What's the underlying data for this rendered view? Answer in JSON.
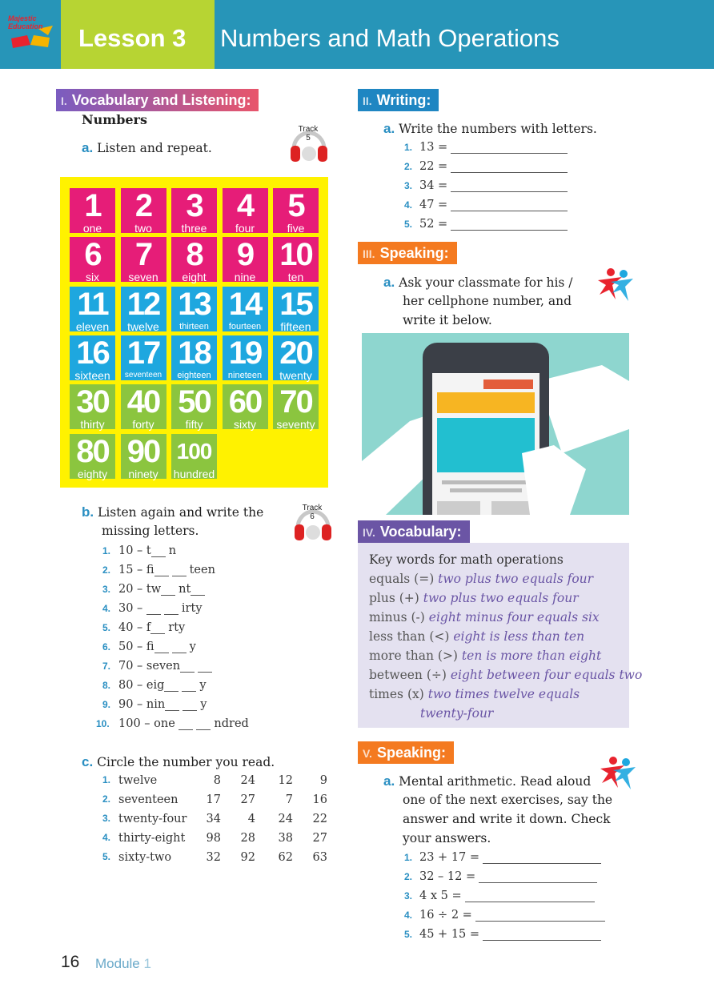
{
  "header": {
    "logo_line1": "Majestic",
    "logo_line2": "Education",
    "lesson": "Lesson 3",
    "title": "Numbers and Math Operations"
  },
  "s1": {
    "num": "I.",
    "title": "Vocabulary and Listening:",
    "subtitle": "Numbers",
    "a_label": "a.",
    "a_text": "Listen and repeat.",
    "track5": [
      "Track",
      "5"
    ],
    "tiles": [
      {
        "n": "1",
        "w": "one",
        "c": "pink"
      },
      {
        "n": "2",
        "w": "two",
        "c": "pink"
      },
      {
        "n": "3",
        "w": "three",
        "c": "pink"
      },
      {
        "n": "4",
        "w": "four",
        "c": "pink"
      },
      {
        "n": "5",
        "w": "five",
        "c": "pink"
      },
      {
        "n": "6",
        "w": "six",
        "c": "pink"
      },
      {
        "n": "7",
        "w": "seven",
        "c": "pink"
      },
      {
        "n": "8",
        "w": "eight",
        "c": "pink"
      },
      {
        "n": "9",
        "w": "nine",
        "c": "pink"
      },
      {
        "n": "10",
        "w": "ten",
        "c": "pink"
      },
      {
        "n": "11",
        "w": "eleven",
        "c": "blue"
      },
      {
        "n": "12",
        "w": "twelve",
        "c": "blue"
      },
      {
        "n": "13",
        "w": "thirteen",
        "c": "blue"
      },
      {
        "n": "14",
        "w": "fourteen",
        "c": "blue"
      },
      {
        "n": "15",
        "w": "fifteen",
        "c": "blue"
      },
      {
        "n": "16",
        "w": "sixteen",
        "c": "blue"
      },
      {
        "n": "17",
        "w": "seventeen",
        "c": "blue"
      },
      {
        "n": "18",
        "w": "eighteen",
        "c": "blue"
      },
      {
        "n": "19",
        "w": "nineteen",
        "c": "blue"
      },
      {
        "n": "20",
        "w": "twenty",
        "c": "blue"
      },
      {
        "n": "30",
        "w": "thirty",
        "c": "green"
      },
      {
        "n": "40",
        "w": "forty",
        "c": "green"
      },
      {
        "n": "50",
        "w": "fifty",
        "c": "green"
      },
      {
        "n": "60",
        "w": "sixty",
        "c": "green"
      },
      {
        "n": "70",
        "w": "seventy",
        "c": "green"
      },
      {
        "n": "80",
        "w": "eighty",
        "c": "green"
      },
      {
        "n": "90",
        "w": "ninety",
        "c": "green"
      },
      {
        "n": "100",
        "w": "hundred",
        "c": "green"
      }
    ],
    "b_label": "b.",
    "b_text1": "Listen again and write the",
    "b_text2": "missing letters.",
    "track6": [
      "Track",
      "6"
    ],
    "b_items": [
      {
        "n": "1.",
        "pre": "10 – t",
        "b": [
          18
        ],
        "post": "n"
      },
      {
        "n": "2.",
        "pre": "15 – fi",
        "b": [
          18,
          18
        ],
        "post": "teen"
      },
      {
        "n": "3.",
        "pre": "20 – tw",
        "b": [
          18
        ],
        "mid": "nt",
        "b2": [
          18
        ]
      },
      {
        "n": "4.",
        "pre": "30 – ",
        "b": [
          18,
          18
        ],
        "post": "irty"
      },
      {
        "n": "5.",
        "pre": "40 – f",
        "b": [
          18
        ],
        "post": "rty"
      },
      {
        "n": "6.",
        "pre": "50 – fi",
        "b": [
          18,
          18
        ],
        "post": "y"
      },
      {
        "n": "7.",
        "pre": "70 – seven",
        "b": [
          18,
          18
        ],
        "post": ""
      },
      {
        "n": "8.",
        "pre": "80 – eig",
        "b": [
          18,
          18
        ],
        "post": "y"
      },
      {
        "n": "9.",
        "pre": "90 – nin",
        "b": [
          18,
          18
        ],
        "post": "y"
      },
      {
        "n": "10.",
        "pre": "100 – one ",
        "b": [
          18,
          18
        ],
        "post": "ndred"
      }
    ],
    "c_label": "c.",
    "c_text": "Circle the number you read.",
    "c_items": [
      {
        "n": "1.",
        "w": "twelve",
        "v": [
          "8",
          "24",
          "12",
          "9"
        ]
      },
      {
        "n": "2.",
        "w": "seventeen",
        "v": [
          "17",
          "27",
          "7",
          "16"
        ]
      },
      {
        "n": "3.",
        "w": "twenty-four",
        "v": [
          "34",
          "4",
          "24",
          "22"
        ]
      },
      {
        "n": "4.",
        "w": "thirty-eight",
        "v": [
          "98",
          "28",
          "38",
          "27"
        ]
      },
      {
        "n": "5.",
        "w": "sixty-two",
        "v": [
          "32",
          "92",
          "62",
          "63"
        ]
      }
    ]
  },
  "s2": {
    "num": "II.",
    "title": "Writing:",
    "a_label": "a.",
    "a_text": "Write the numbers with letters.",
    "items": [
      {
        "n": "1.",
        "t": "13 ="
      },
      {
        "n": "2.",
        "t": "22 ="
      },
      {
        "n": "3.",
        "t": "34 ="
      },
      {
        "n": "4.",
        "t": "47 ="
      },
      {
        "n": "5.",
        "t": "52 ="
      }
    ]
  },
  "s3": {
    "num": "III.",
    "title": "Speaking:",
    "a_label": "a.",
    "lines": [
      "Ask your classmate for his /",
      "her cellphone number, and",
      "write it below."
    ]
  },
  "s4": {
    "num": "IV.",
    "title": "Vocabulary:",
    "heading": "Key words for math operations",
    "rows": [
      {
        "k": "equals (=) ",
        "e": "two plus two equals four"
      },
      {
        "k": "plus (+) ",
        "e": "two plus two equals four"
      },
      {
        "k": "minus (-) ",
        "e": "eight minus four equals six"
      },
      {
        "k": "less than (<) ",
        "e": "eight is less than ten"
      },
      {
        "k": "more than (>) ",
        "e": "ten is more than eight"
      },
      {
        "k": "between (÷) ",
        "e": "eight between four equals two"
      },
      {
        "k": "times (x) ",
        "e": "two times twelve equals"
      }
    ],
    "last": "twenty-four"
  },
  "s5": {
    "num": "V.",
    "title": "Speaking:",
    "a_label": "a.",
    "lines": [
      "Mental arithmetic. Read aloud",
      "one of the next exercises, say the",
      "answer and write it down. Check",
      "your answers."
    ],
    "items": [
      {
        "n": "1.",
        "t": "23 + 17 ="
      },
      {
        "n": "2.",
        "t": "32 – 12 ="
      },
      {
        "n": "3.",
        "t": "4 x 5 ="
      },
      {
        "n": "4.",
        "t": "16 ÷ 2 ="
      },
      {
        "n": "5.",
        "t": "45 + 15 ="
      }
    ]
  },
  "footer": {
    "page": "16",
    "module": "Module",
    "module_num": "1"
  },
  "colors": {
    "header": "#2795b8",
    "lesson_bg": "#b7d433",
    "s1": "#e8556b",
    "s2": "#1f86c2",
    "s3": "#f47a20",
    "s4": "#6b55a5",
    "s5": "#f47a20"
  }
}
